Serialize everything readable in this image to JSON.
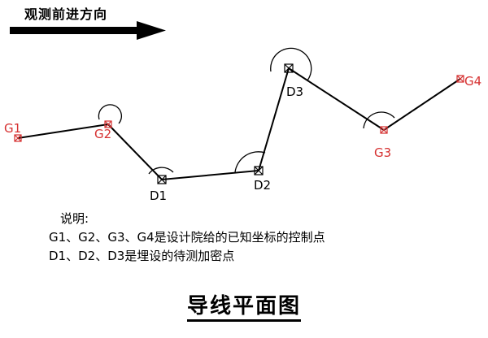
{
  "header": {
    "direction_label": "观测前进方向"
  },
  "points": [
    {
      "id": "g1",
      "label": "G1",
      "kind": "control",
      "color": "#d63030"
    },
    {
      "id": "g2",
      "label": "G2",
      "kind": "control",
      "color": "#d63030"
    },
    {
      "id": "d1",
      "label": "D1",
      "kind": "densification",
      "color": "#000000"
    },
    {
      "id": "d2",
      "label": "D2",
      "kind": "densification",
      "color": "#000000"
    },
    {
      "id": "d3",
      "label": "D3",
      "kind": "densification",
      "color": "#000000"
    },
    {
      "id": "g3",
      "label": "G3",
      "kind": "control",
      "color": "#d63030"
    },
    {
      "id": "g4",
      "label": "G4",
      "kind": "control",
      "color": "#d63030"
    }
  ],
  "legend": {
    "title": "说明:",
    "line1": "G1、G2、G3、G4是设计院给的已知坐标的控制点",
    "line2": "D1、D2、D3是埋设的待测加密点"
  },
  "figure_title": "导线平面图",
  "colors": {
    "control": "#d63030",
    "line": "#000000"
  }
}
